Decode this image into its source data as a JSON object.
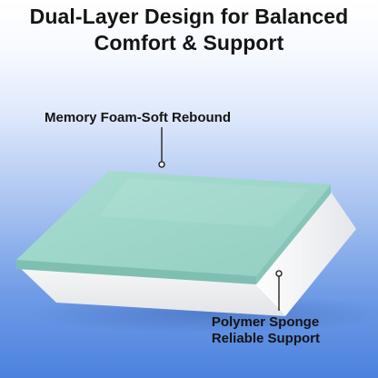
{
  "headline": {
    "line1": "Dual-Layer Design for Balanced",
    "line2": "Comfort & Support"
  },
  "callouts": {
    "top": "Memory Foam-Soft Rebound",
    "bottom_line1": "Polymer Sponge",
    "bottom_line2": "Reliable Support"
  },
  "colors": {
    "memory_foam": "#9fd6cb",
    "sponge_base": "#f4f4f4",
    "background_top": "#ffffff",
    "background_bottom": "#4c82de",
    "text": "#141414"
  }
}
